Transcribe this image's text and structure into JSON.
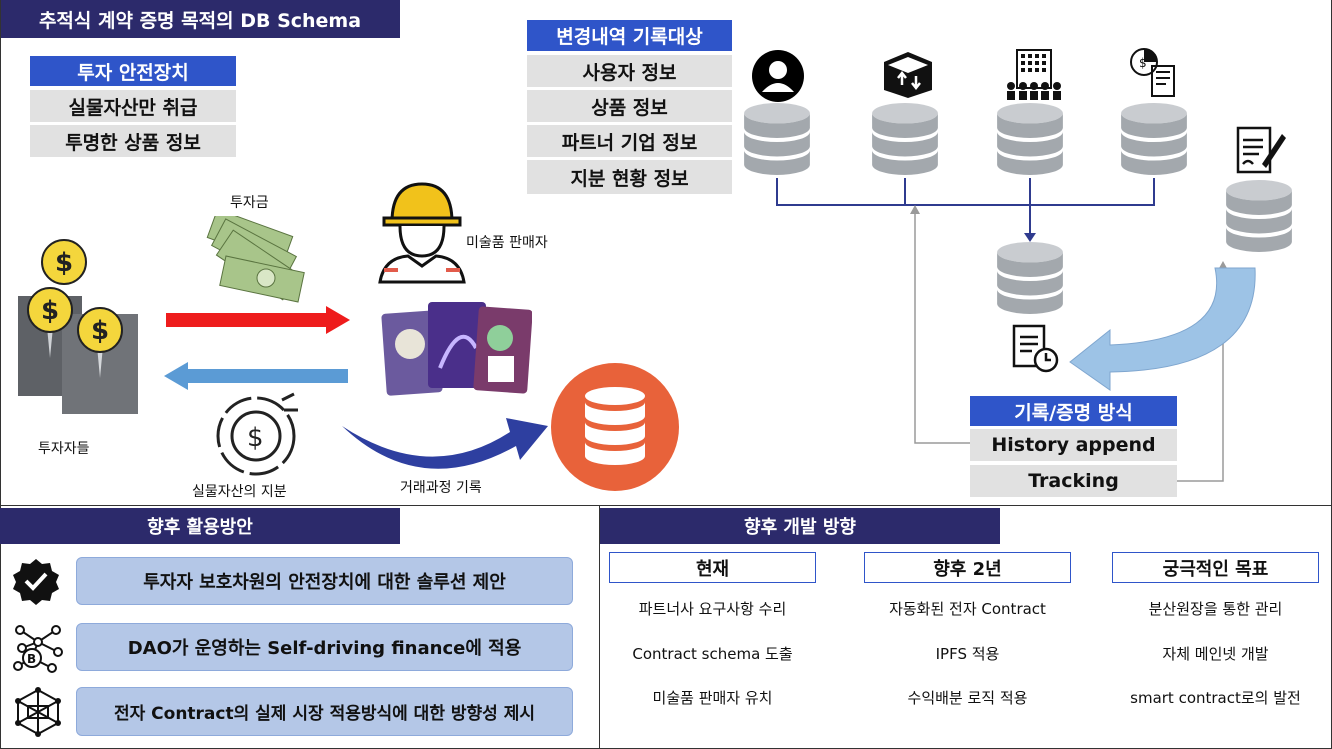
{
  "title": "추적식 계약 증명 목적의 DB Schema",
  "safety": {
    "header": "투자 안전장치",
    "items": [
      "실물자산만 취급",
      "투명한 상품 정보"
    ]
  },
  "records": {
    "header": "변경내역 기록대상",
    "items": [
      "사용자 정보",
      "상품 정보",
      "파트너 기업 정보",
      "지분 현황 정보"
    ]
  },
  "flow": {
    "investment_label": "투자금",
    "seller_label": "미술품 판매자",
    "investors_label": "투자자들",
    "share_label": "실물자산의 지분",
    "record_label": "거래과정 기록"
  },
  "method": {
    "header": "기록/증명 방식",
    "items": [
      "History append",
      "Tracking"
    ]
  },
  "usage": {
    "header": "향후 활용방안",
    "items": [
      "투자자 보호차원의 안전장치에 대한 솔루션 제안",
      "DAO가 운영하는 Self-driving finance에 적용",
      "전자 Contract의 실제 시장 적용방식에 대한 방향성 제시"
    ]
  },
  "dev": {
    "header": "향후 개발 방향",
    "columns": [
      {
        "head": "현재",
        "items": [
          "파트너사 요구사항 수리",
          "Contract schema 도출",
          "미술품 판매자 유치"
        ]
      },
      {
        "head": "향후 2년",
        "items": [
          "자동화된 전자 Contract",
          "IPFS 적용",
          "수익배분 로직 적용"
        ]
      },
      {
        "head": "궁극적인 목표",
        "items": [
          "분산원장을 통한 관리",
          "자체 메인넷 개발",
          "smart contract로의 발전"
        ]
      }
    ]
  },
  "colors": {
    "navy": "#2c2a6b",
    "blue": "#2f55c9",
    "gray": "#e1e1e1",
    "pill": "#b4c7e7",
    "db_gray": "#b8bcc0",
    "db_orange": "#e8623a"
  }
}
